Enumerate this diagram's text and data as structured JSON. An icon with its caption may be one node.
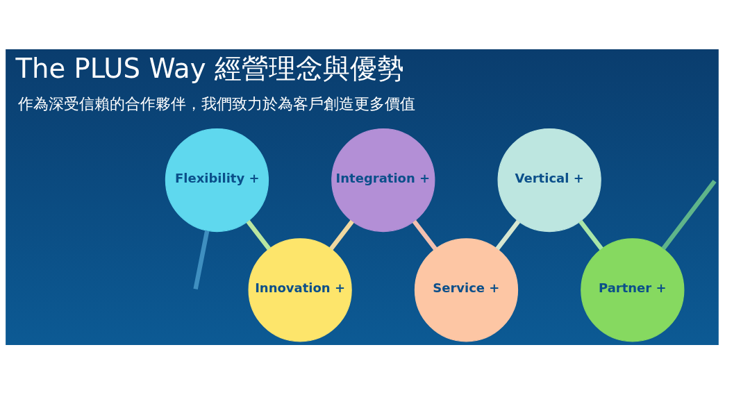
{
  "diagram": {
    "title": "The PLUS Way 經營理念與優勢",
    "nodes": [
      {
        "text": [
          "Flexibility +"
        ]
      },
      {
        "text": [
          "Innovation +"
        ]
      },
      {
        "text": [
          "Integration +"
        ]
      },
      {
        "text": [
          "Service +"
        ]
      },
      {
        "text": [
          "Vertical +"
        ]
      },
      {
        "text": [
          "Partner +"
        ]
      }
    ],
    "edges": [
      {
        "from": null,
        "to": 0,
        "arrow": "none",
        "color": "#3f8fc0"
      },
      {
        "from": 0,
        "to": 1,
        "arrow": "none",
        "color": "#b9e6a0"
      },
      {
        "from": 1,
        "to": 2,
        "arrow": "none",
        "color": "#f0d8a0"
      },
      {
        "from": 2,
        "to": 3,
        "arrow": "none",
        "color": "#f2c0b0"
      },
      {
        "from": 3,
        "to": 4,
        "arrow": "none",
        "color": "#d6e6d0"
      },
      {
        "from": 4,
        "to": 5,
        "arrow": "none",
        "color": "#a8e6a8"
      },
      {
        "from": 5,
        "to": null,
        "arrow": "none",
        "color": "#5fb58a"
      }
    ],
    "labels": [
      "作為深受信賴的合作夥伴，我們致力於為客戶創造更多價值"
    ]
  }
}
